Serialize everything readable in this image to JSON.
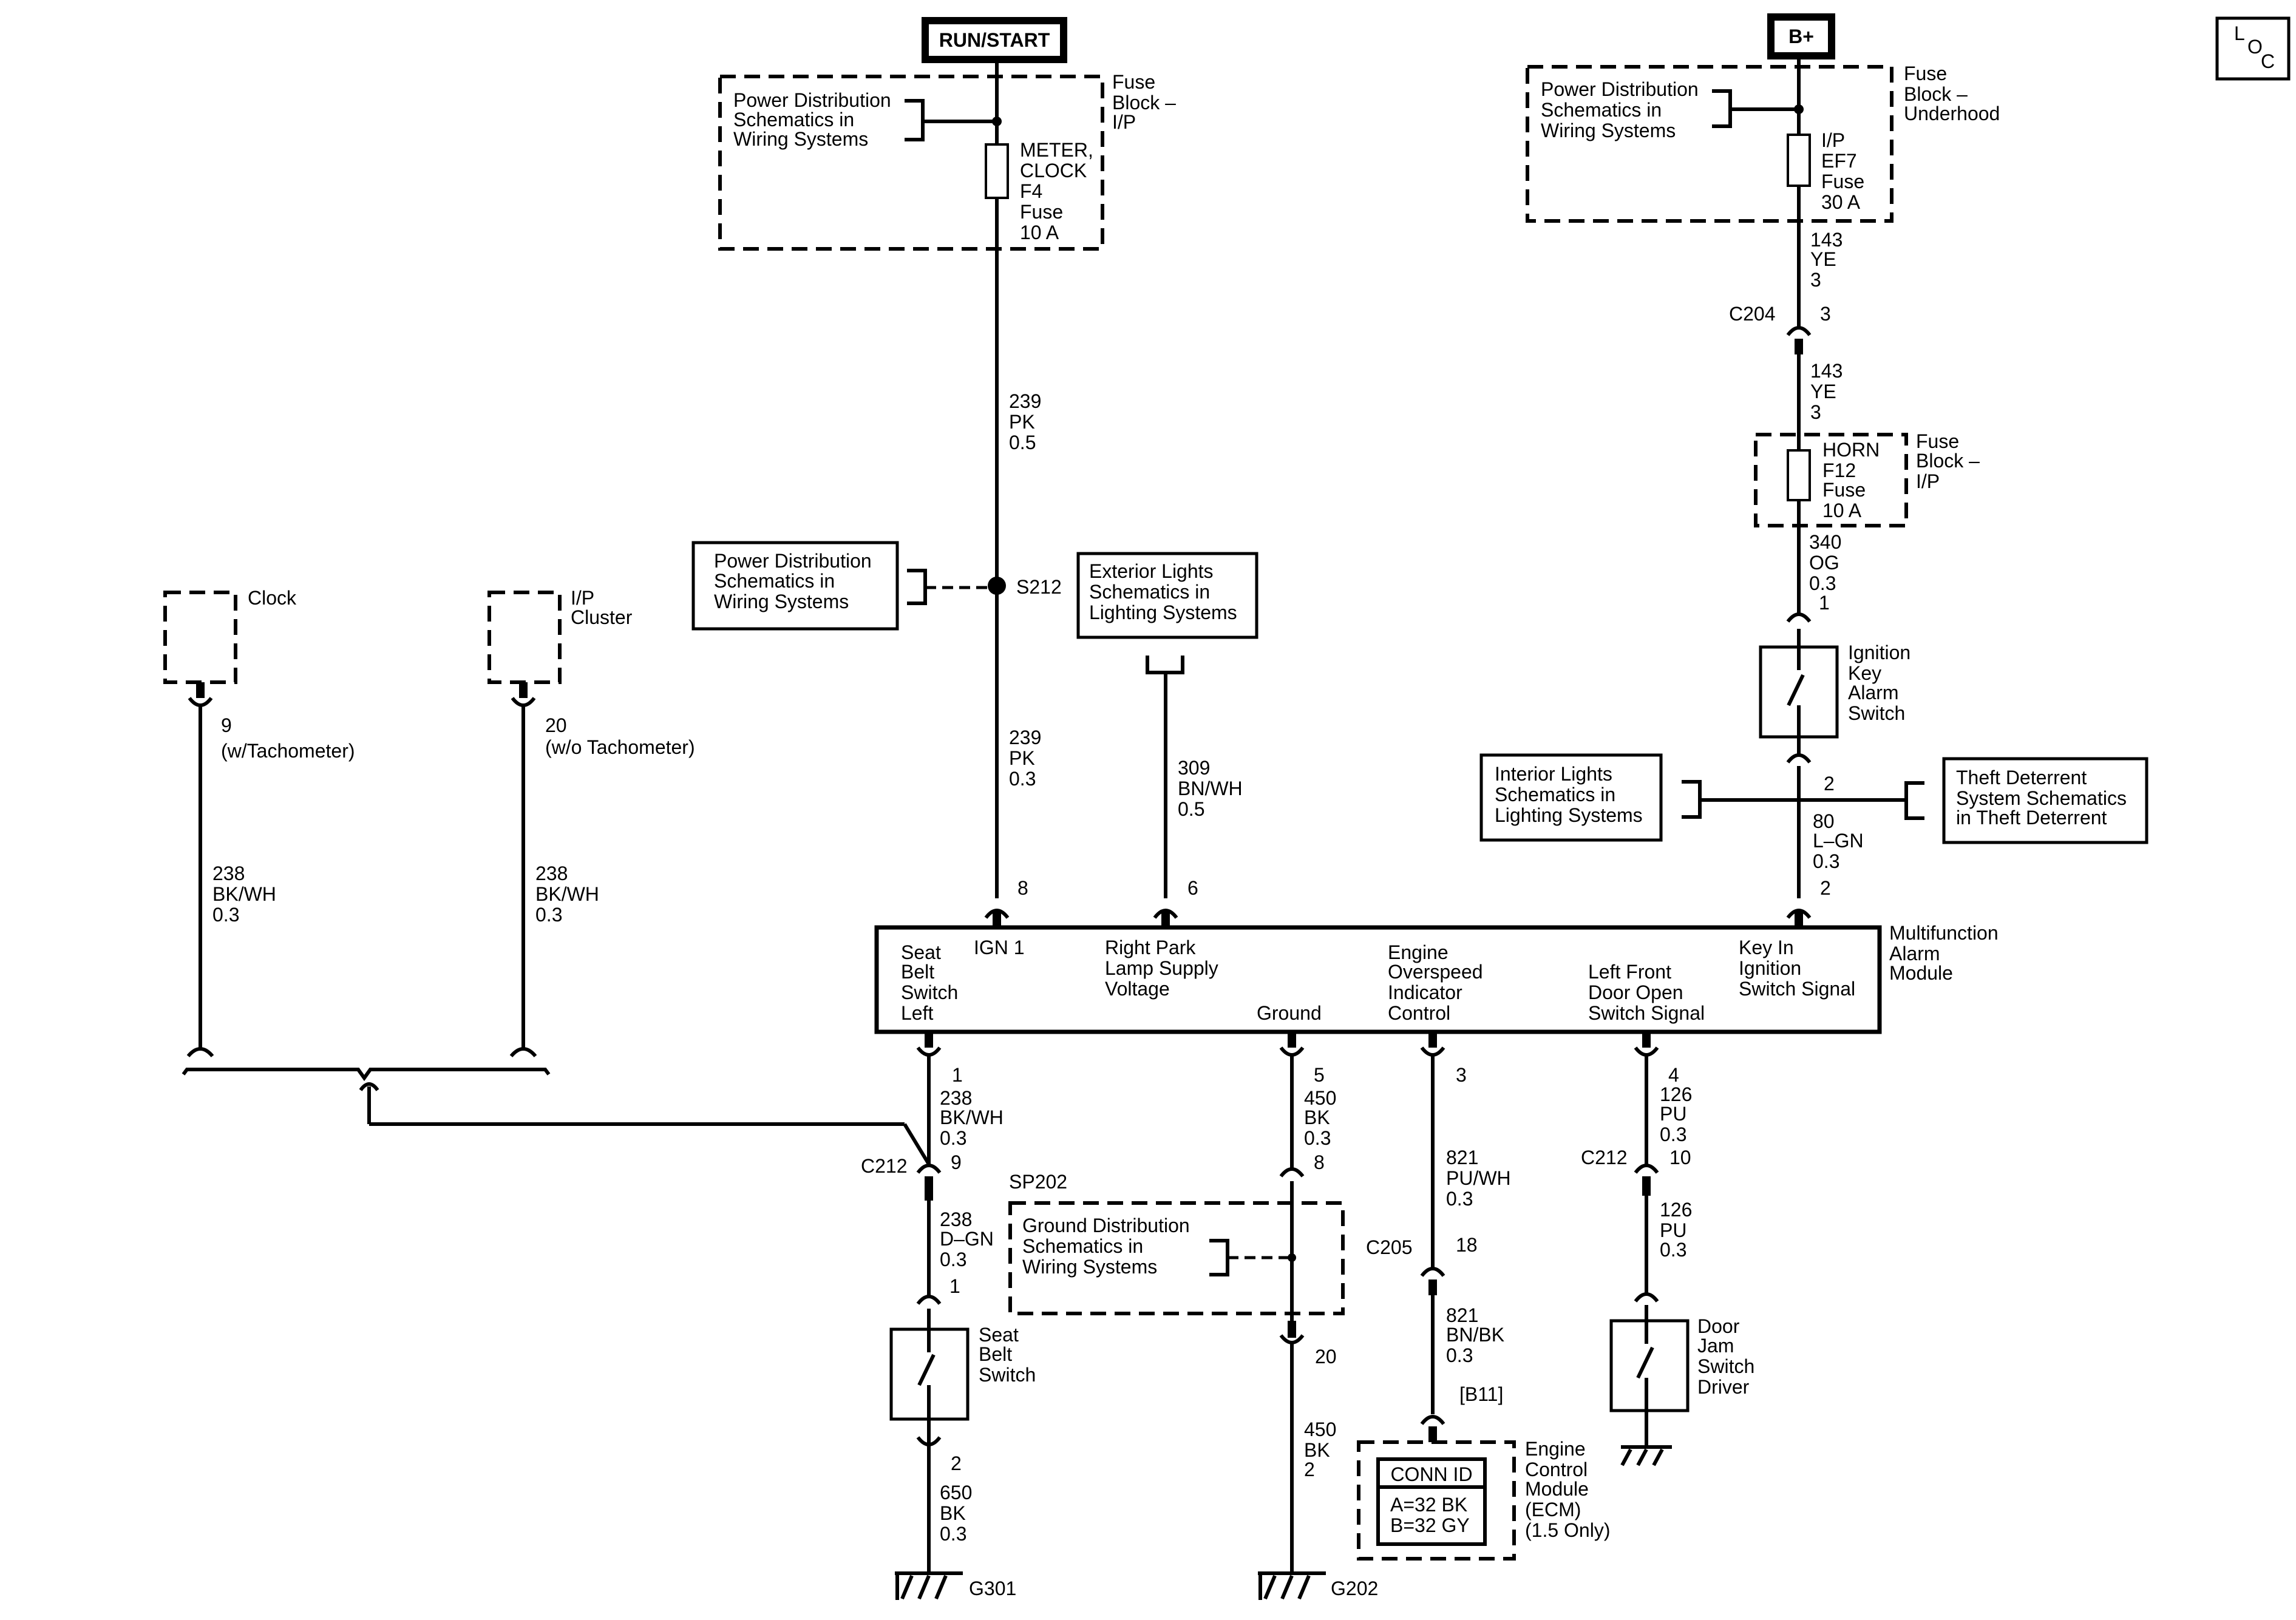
{
  "top": {
    "run_start": "RUN/START",
    "b_plus": "B+",
    "loc": [
      "L",
      "O",
      "C"
    ]
  },
  "fuse_block_ip": {
    "ref": [
      "Power Distribution",
      "Schematics in",
      "Wiring Systems"
    ],
    "label": [
      "Fuse",
      "Block –",
      "I/P"
    ],
    "fuse": [
      "METER,",
      "CLOCK",
      "F4",
      "Fuse",
      "10 A"
    ]
  },
  "fuse_block_underhood": {
    "ref": [
      "Power Distribution",
      "Schematics in",
      "Wiring Systems"
    ],
    "label": [
      "Fuse",
      "Block –",
      "Underhood"
    ],
    "fuse": [
      "I/P",
      "EF7",
      "Fuse",
      "30 A"
    ]
  },
  "wires": {
    "w239_top": [
      "239",
      "PK",
      "0.5"
    ],
    "w239_bot": [
      "239",
      "PK",
      "0.3"
    ],
    "w309": [
      "309",
      "BN/WH",
      "0.5"
    ],
    "w143_a": [
      "143",
      "YE",
      "3"
    ],
    "w143_b": [
      "143",
      "YE",
      "3"
    ],
    "w340": [
      "340",
      "OG",
      "0.3"
    ],
    "w80": [
      "80",
      "L–GN",
      "0.3"
    ],
    "w238_clock": [
      "238",
      "BK/WH",
      "0.3"
    ],
    "w238_cluster": [
      "238",
      "BK/WH",
      "0.3"
    ],
    "w238_module": [
      "238",
      "BK/WH",
      "0.3"
    ],
    "w238_dgn": [
      "238",
      "D–GN",
      "0.3"
    ],
    "w650": [
      "650",
      "BK",
      "0.3"
    ],
    "w450_a": [
      "450",
      "BK",
      "0.3"
    ],
    "w450_b": [
      "450",
      "BK",
      "2"
    ],
    "w821_a": [
      "821",
      "PU/WH",
      "0.3"
    ],
    "w821_b": [
      "821",
      "BN/BK",
      "0.3"
    ],
    "w126_a": [
      "126",
      "PU",
      "0.3"
    ],
    "w126_b": [
      "126",
      "PU",
      "0.3"
    ]
  },
  "connectors": {
    "c204": "C204",
    "c204_pin": "3",
    "c212_l": "C212",
    "c212_l_pin": "9",
    "c212_r": "C212",
    "c212_r_pin": "10",
    "c205": "C205",
    "c205_pin": "18",
    "s212": "S212",
    "sp202": "SP202",
    "g301": "G301",
    "g202": "G202",
    "b11": "[B11]"
  },
  "refs": {
    "s212_ref": [
      "Power Distribution",
      "Schematics in",
      "Wiring Systems"
    ],
    "ext_lights": [
      "Exterior Lights",
      "Schematics in",
      "Lighting Systems"
    ],
    "int_lights": [
      "Interior Lights",
      "Schematics in",
      "Lighting Systems"
    ],
    "theft": [
      "Theft Deterrent",
      "System Schematics",
      "in Theft Deterrent"
    ],
    "ground_dist": [
      "Ground Distribution",
      "Schematics in",
      "Wiring Systems"
    ]
  },
  "fuse_horn": {
    "fuse": [
      "HORN",
      "F12",
      "Fuse",
      "10 A"
    ],
    "label": [
      "Fuse",
      "Block –",
      "I/P"
    ]
  },
  "ignition_switch": {
    "label": [
      "Ignition",
      "Key",
      "Alarm",
      "Switch"
    ],
    "pin_top": "1",
    "pin_bot": "2"
  },
  "module": {
    "label": [
      "Multifunction",
      "Alarm",
      "Module"
    ],
    "seat_belt": [
      "Seat",
      "Belt",
      "Switch",
      "Left"
    ],
    "ign1": "IGN 1",
    "right_park": [
      "Right Park",
      "Lamp Supply",
      "Voltage"
    ],
    "ground": "Ground",
    "engine_over": [
      "Engine",
      "Overspeed",
      "Indicator",
      "Control"
    ],
    "left_front": [
      "Left Front",
      "Door Open",
      "Switch Signal"
    ],
    "key_in": [
      "Key In",
      "Ignition",
      "Switch Signal"
    ],
    "pins_top": {
      "ign": "8",
      "park": "6",
      "key": "2"
    },
    "pins_bot": {
      "seat": "1",
      "ground": "5",
      "engine": "3",
      "door": "4"
    }
  },
  "clock": {
    "label": "Clock",
    "pin": "9",
    "note": "(w/Tachometer)"
  },
  "cluster": {
    "label": [
      "I/P",
      "Cluster"
    ],
    "pin": "20",
    "note": "(w/o Tachometer)"
  },
  "seat_switch": {
    "label": [
      "Seat",
      "Belt",
      "Switch"
    ],
    "pin_top": "1",
    "pin_bot": "2"
  },
  "sp202_pins": {
    "top": "8",
    "bot": "20"
  },
  "door_switch": {
    "label": [
      "Door",
      "Jam",
      "Switch",
      "Driver"
    ]
  },
  "ecm": {
    "conn_id": "CONN ID",
    "a": "A=32 BK",
    "b": "B=32 GY",
    "label": [
      "Engine",
      "Control",
      "Module",
      "(ECM)",
      "(1.5 Only)"
    ]
  }
}
